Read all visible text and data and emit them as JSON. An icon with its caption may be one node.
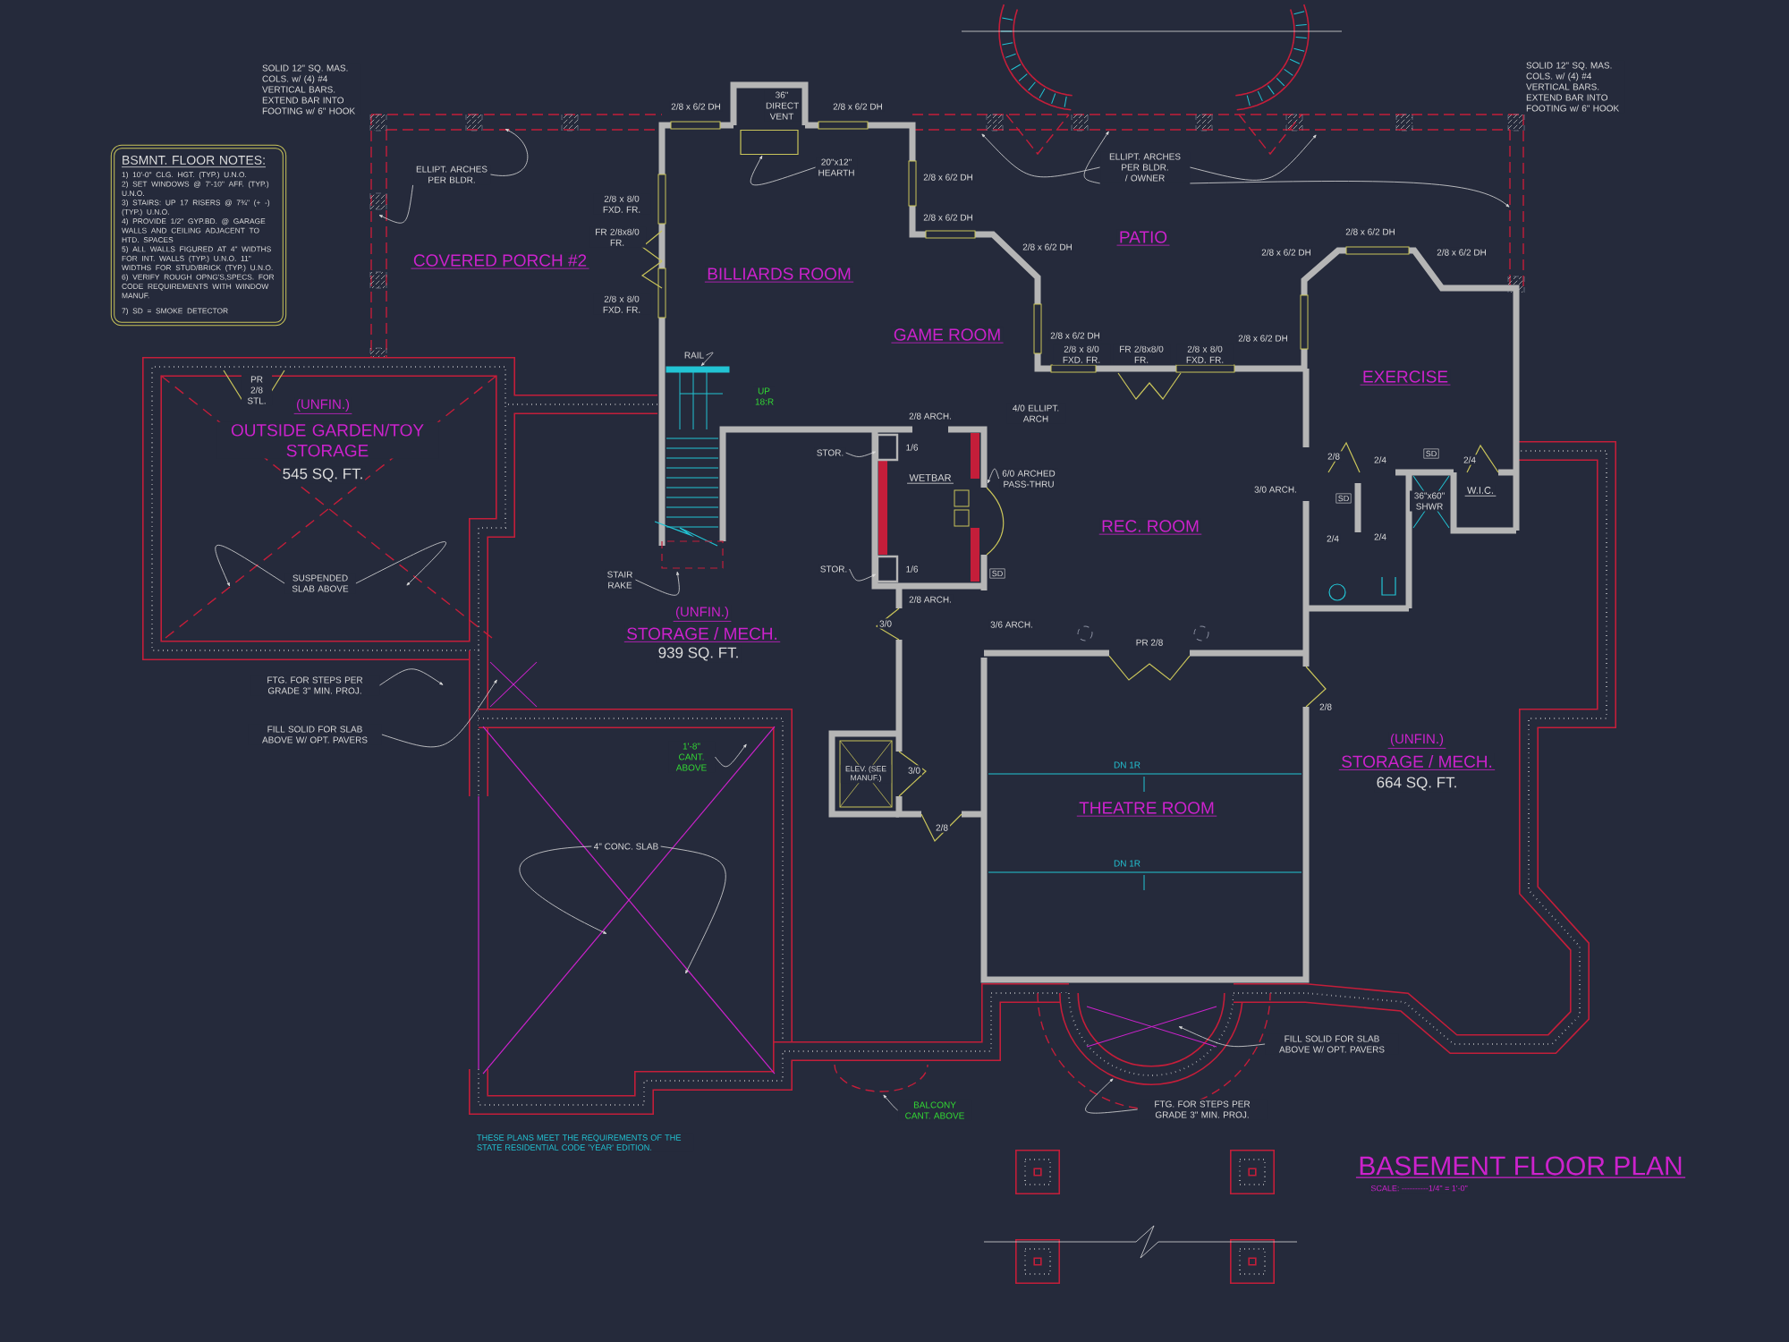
{
  "diagram": {
    "title": "BASEMENT FLOOR PLAN",
    "nodes": [
      {
        "text": [
          "BSMNT. FLOOR NOTES:",
          "1) 10'-0\" CLG. HGT. (TYP.) U.N.O.",
          "2) SET WINDOWS @ 7'-10\" AFF. (TYP.) U.N.O.",
          "3) STAIRS: UP 17 RISERS @ 7¾\" (+ -) (TYP.) U.N.O.",
          "4) PROVIDE 1/2\" GYP.BD. @ GARAGE WALLS AND CEILING ADJACENT TO HTD. SPACES",
          "5) ALL WALLS FIGURED AT 4\" WIDTHS FOR INT. WALLS (TYP.) U.N.O. 11\" WIDTHS FOR STUD/BRICK (TYP.) U.N.O.",
          "6) VERIFY ROUGH OPNG'S,SPECS. FOR CODE REQUIREMENTS WITH WINDOW MANUF.",
          "7) SD = SMOKE DETECTOR"
        ]
      },
      {
        "text": [
          "ELLIPT. ARCHES PER BLDR."
        ]
      },
      {
        "text": [
          "20\"x12\" HEARTH"
        ]
      },
      {
        "text": [
          "ELLIPT. ARCHES PER BLDR. / OWNER"
        ]
      },
      {
        "text": [
          "RAIL"
        ]
      },
      {
        "text": [
          "STOR."
        ]
      },
      {
        "text": [
          "6/0 ARCHED PASS-THRU"
        ]
      },
      {
        "text": [
          "STOR."
        ]
      },
      {
        "text": [
          "SUSPENDED SLAB ABOVE"
        ]
      },
      {
        "text": [
          "STAIR RAKE"
        ]
      },
      {
        "text": [
          "FTG. FOR STEPS PER GRADE 3\" MIN. PROJ."
        ]
      },
      {
        "text": [
          "FILL SOLID FOR SLAB ABOVE W/ OPT. PAVERS"
        ]
      },
      {
        "text": [
          "1'-8\" CANT. ABOVE"
        ]
      },
      {
        "text": [
          "4\" CONC. SLAB"
        ]
      },
      {
        "text": [
          "ELEV. (SEE MANUF.)"
        ]
      },
      {
        "text": [
          "FILL SOLID FOR SLAB ABOVE W/ OPT. PAVERS"
        ]
      },
      {
        "text": [
          "FTG. FOR STEPS PER GRADE 3\" MIN. PROJ."
        ]
      },
      {
        "text": [
          "BALCONY CANT. ABOVE"
        ]
      },
      {
        "text": [],
        "shape": "box"
      },
      {
        "text": [],
        "shape": "box",
        "beside": [
          "1/6"
        ]
      },
      {
        "text": [],
        "shape": "box",
        "beside": [
          "1/6"
        ]
      },
      {
        "text": [],
        "shape": "bar"
      }
    ],
    "edges": [
      {
        "from": 1,
        "to": null,
        "arrow": "to"
      },
      {
        "from": 1,
        "to": null,
        "arrow": "to"
      },
      {
        "from": 2,
        "to": 18,
        "arrow": "to"
      },
      {
        "from": 3,
        "to": null,
        "arrow": "to"
      },
      {
        "from": 3,
        "to": null,
        "arrow": "to"
      },
      {
        "from": 3,
        "to": null,
        "arrow": "to"
      },
      {
        "from": 3,
        "to": null,
        "arrow": "to"
      },
      {
        "from": 4,
        "to": 21,
        "arrow": "to"
      },
      {
        "from": 5,
        "to": 19,
        "arrow": "to"
      },
      {
        "from": 6,
        "to": null,
        "arrow": "to"
      },
      {
        "from": 7,
        "to": 20,
        "arrow": "to"
      },
      {
        "from": 8,
        "to": null,
        "arrow": "to"
      },
      {
        "from": 8,
        "to": null,
        "arrow": "to"
      },
      {
        "from": 9,
        "to": null,
        "arrow": "to"
      },
      {
        "from": 10,
        "to": null,
        "arrow": "to"
      },
      {
        "from": 11,
        "to": null,
        "arrow": "to"
      },
      {
        "from": 12,
        "to": null,
        "arrow": "to"
      },
      {
        "from": 13,
        "to": null,
        "arrow": "to"
      },
      {
        "from": 13,
        "to": null,
        "arrow": "to"
      },
      {
        "from": 15,
        "to": null,
        "arrow": "to"
      },
      {
        "from": 16,
        "to": null,
        "arrow": "to"
      },
      {
        "from": 17,
        "to": null,
        "arrow": "to"
      }
    ],
    "labels": [
      "SOLID 12\" SQ. MAS. COLS. w/ (4) #4 VERTICAL BARS. EXTEND BAR INTO FOOTING w/ 6\" HOOK",
      "2/8 x 6/2 DH",
      "36\" DIRECT VENT",
      "2/8 x 6/2 DH",
      "SOLID 12\" SQ. MAS. COLS. w/ (4) #4 VERTICAL BARS. EXTEND BAR INTO FOOTING w/ 6\" HOOK",
      "2/8 x 8/0 FXD. FR.",
      "COVERED PORCH #2",
      "FR 2/8x8/0 FR.",
      "BILLIARDS ROOM",
      "2/8 x 8/0 FXD. FR.",
      "2/8 x 6/2 DH",
      "2/8 x 6/2 DH",
      "2/8 x 6/2 DH",
      "PATIO",
      "2/8 x 6/2 DH",
      "2/8 x 6/2 DH",
      "2/8 x 6/2 DH",
      "GAME ROOM",
      "2/8 x 6/2 DH",
      "2/8 x 8/0 FXD. FR.",
      "FR 2/8x8/0 FR.",
      "2/8 x 8/0 FXD. FR.",
      "2/8 x 6/2 DH",
      "EXERCISE",
      "PR 2/8 STL.",
      "UP 18:R",
      "(UNFIN.)",
      "OUTSIDE GARDEN/TOY STORAGE",
      "545 SQ. FT.",
      "2/8 ARCH.",
      "4/0 ELLIPT. ARCH",
      "WETBAR",
      "2/8",
      "2/4",
      "SD",
      "2/4",
      "3/0 ARCH.",
      "SD",
      "36\"x60\" SHWR",
      "W.I.C.",
      "REC. ROOM",
      "2/4",
      "2/4",
      "SD",
      "2/8 ARCH.",
      "(UNFIN.)",
      "3/0",
      "3/6 ARCH.",
      "STORAGE / MECH.",
      "PR 2/8",
      "939 SQ. FT.",
      "2/8",
      "(UNFIN.)",
      "STORAGE / MECH.",
      "DN 1R",
      "3/0",
      "664 SQ. FT.",
      "THEATRE ROOM",
      "2/8",
      "DN 1R",
      "THESE PLANS MEET THE REQUIREMENTS OF THE STATE RESIDENTIAL CODE 'YEAR' EDITION.",
      "SCALE: ----------1/4\" = 1'-0\""
    ]
  }
}
